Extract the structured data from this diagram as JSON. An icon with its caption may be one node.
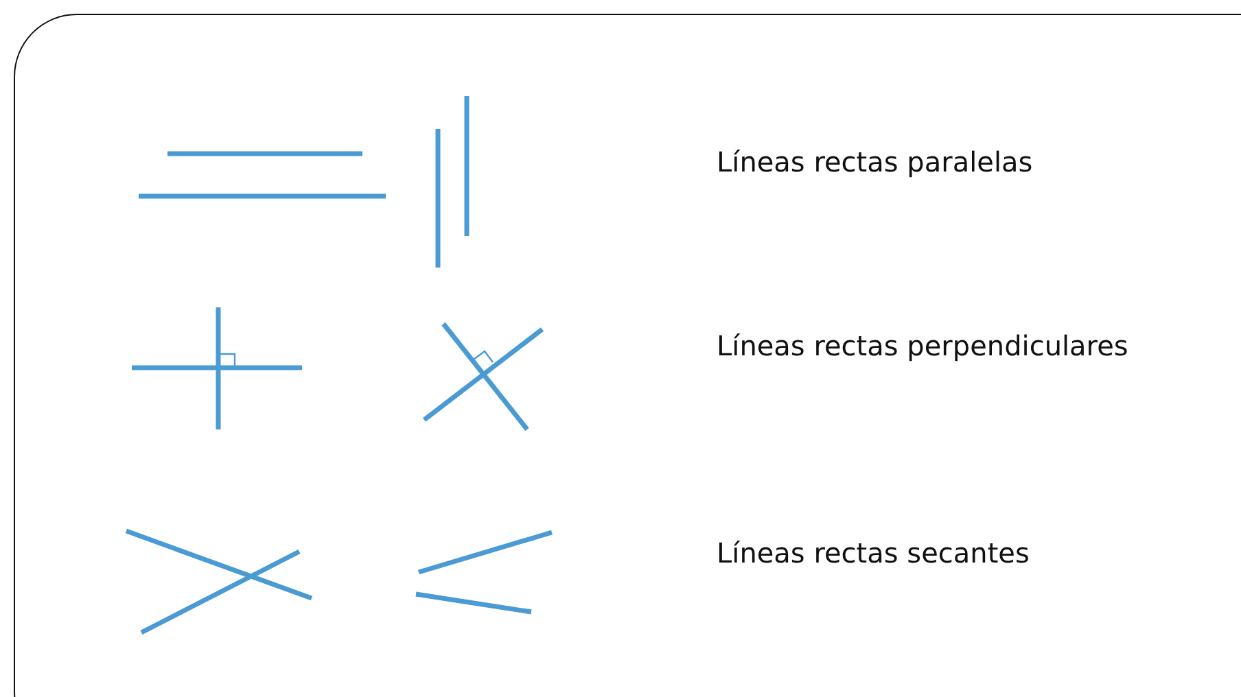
{
  "diagram": {
    "labels": [
      "Líneas rectas paralelas",
      "Líneas rectas perpendiculares",
      "Líneas rectas secantes"
    ]
  }
}
